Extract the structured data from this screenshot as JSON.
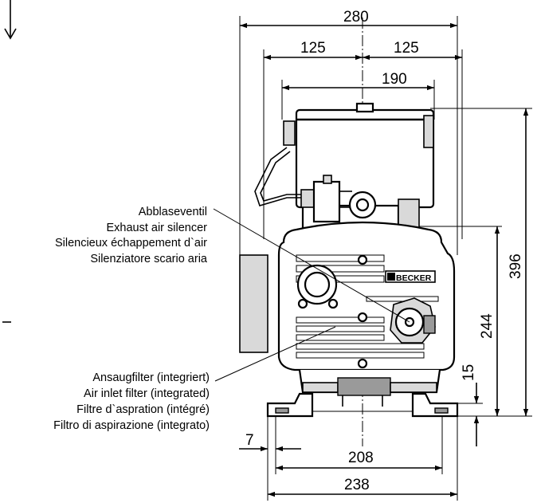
{
  "dimensions": {
    "overall_width": "280",
    "half_left": "125",
    "half_right": "125",
    "motor_width": "190",
    "overall_height": "396",
    "axis_height": "244",
    "foot_height": "15",
    "foot_offset": "7",
    "foot_spacing": "208",
    "base_width": "238"
  },
  "brand": "BECKER",
  "callouts": {
    "exhaust": [
      "Abblaseventil",
      "Exhaust air silencer",
      "Silencieux échappement d`air",
      "Silenziatore scario aria"
    ],
    "inlet": [
      "Ansaugfilter (integriert)",
      "Air inlet filter (integrated)",
      "Filtre d`aspration (intégré)",
      "Filtro di aspirazione (integrato)"
    ]
  }
}
